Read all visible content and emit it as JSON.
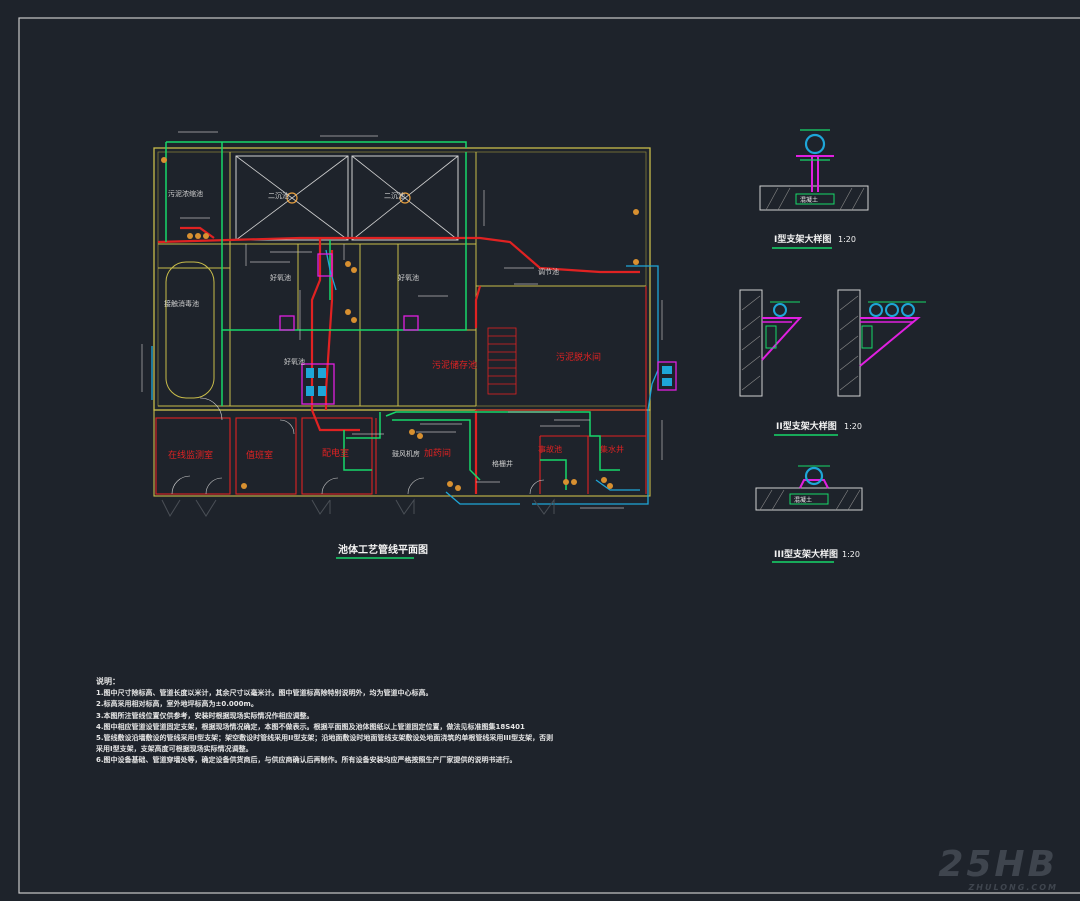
{
  "drawing": {
    "plan_title": "池体工艺管线平面图",
    "detail_1_title": "I型支架大样图",
    "detail_1_scale": "1:20",
    "detail_2_title": "II型支架大样图",
    "detail_2_scale": "1:20",
    "detail_3_title": "III型支架大样图",
    "detail_3_scale": "1:20",
    "room_labels": {
      "r1": "污泥浓缩池",
      "r2": "二沉池",
      "r3": "二沉池",
      "r4": "接触消毒池",
      "r5": "好氧池",
      "r6": "好氧池",
      "r7": "好氧池",
      "r8": "污泥储存池",
      "r9": "调节池",
      "r10": "污泥脱水间",
      "r11": "在线监测室",
      "r12": "值班室",
      "r13": "配电室",
      "r14": "鼓风机房",
      "r15": "加药间",
      "r16": "格栅井",
      "r17": "事故池",
      "r18": "集水井"
    },
    "detail_tags": {
      "d1": "混凝土",
      "d3": "混凝土"
    }
  },
  "notes": {
    "heading": "说明：",
    "items": [
      "1.图中尺寸除标高、管道长度以米计，其余尺寸以毫米计。图中管道标高除特别说明外，均为管道中心标高。",
      "2.标高采用相对标高，室外地坪标高为±0.000m。",
      "3.本图所注管线位置仅供参考，安装时根据现场实际情况作相应调整。",
      "4.图中相应管道设管道固定支架，根据现场情况确定，本图不做表示。根据平面图及池体图纸以上管道固定位置，做法见标准图集18S401",
      "5.管线敷设沿墙敷设的管线采用I型支架；架空敷设时管线采用II型支架；沿地面敷设时地面管线支架敷设处地面浇筑的单根管线采用III型支架，否则",
      "采用I型支架，支架高度可根据现场实际情况调整。",
      "6.图中设备基础、管道穿墙处等，确定设备供货商后，与供应商确认后再制作。所有设备安装均应严格按照生产厂家提供的说明书进行。"
    ]
  },
  "watermark": {
    "main": "25HB",
    "sub": "ZHULONG.COM"
  },
  "colors": {
    "background": "#1e232b",
    "frame": "#c8c8c8",
    "wall": "#c8bc4a",
    "red_pipe": "#e02222",
    "green_pipe": "#17d86a",
    "cyan_pipe": "#1ea6d8",
    "magenta": "#e01fe0",
    "white_line": "#f2f2f2"
  }
}
